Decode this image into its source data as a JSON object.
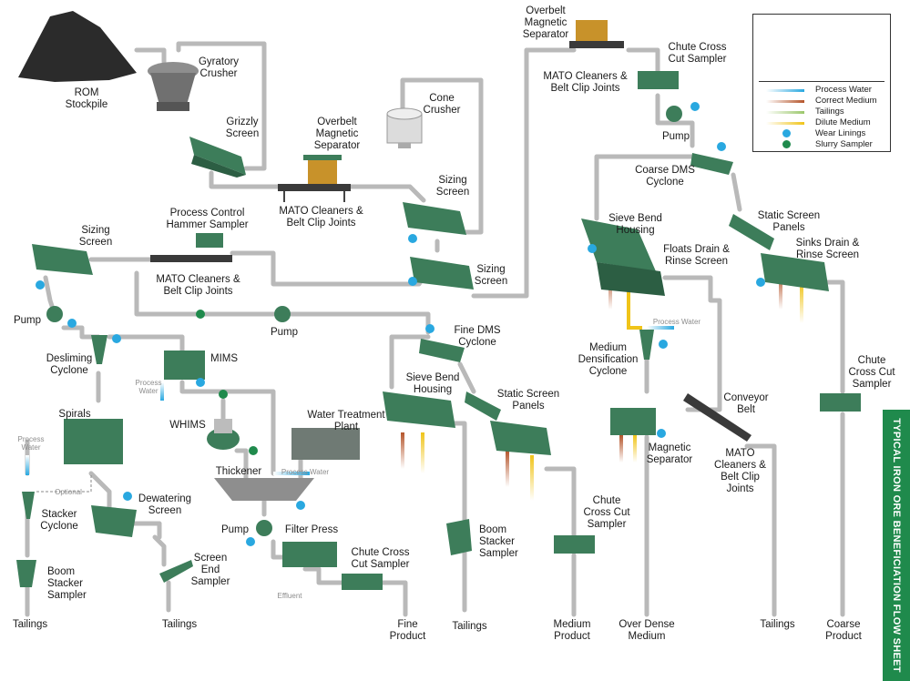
{
  "title": "TYPICAL IRON ORE BENEFICIATION FLOW SHEET",
  "legend": {
    "process_water": "Process Water",
    "correct_medium": "Correct Medium",
    "tailings": "Tailings",
    "dilute_medium": "Dilute Medium",
    "wear_linings": "Wear Linings",
    "slurry_sampler": "Slurry Sampler"
  },
  "colors": {
    "pipe": "#b9b9b9",
    "equipment": "#3d7d5a",
    "process_water": "#29a8e0",
    "correct_medium": "#b5552b",
    "tailings": "#9bc76b",
    "dilute_medium": "#f0c419",
    "wear_linings": "#29a8e0",
    "slurry_sampler": "#1f8a4c",
    "banner": "#1f8a4c"
  },
  "labels": {
    "rom_stockpile": "ROM\nStockpile",
    "gyratory_crusher": "Gyratory\nCrusher",
    "grizzly_screen": "Grizzly\nScreen",
    "overbelt_mag_1": "Overbelt\nMagnetic\nSeparator",
    "mato_1": "MATO Cleaners &\nBelt Clip Joints",
    "cone_crusher": "Cone\nCrusher",
    "sizing_screen_1": "Sizing\nScreen",
    "sizing_screen_2": "Sizing\nScreen",
    "sizing_screen_3": "Sizing\nScreen",
    "process_control_sampler": "Process Control\nHammer Sampler",
    "mato_2": "MATO Cleaners &\nBelt Clip Joints",
    "pump_1": "Pump",
    "pump_2": "Pump",
    "desliming_cyclone": "Desliming\nCyclone",
    "mims": "MIMS",
    "process_water_1": "Process\nWater",
    "whims": "WHIMS",
    "spirals": "Spirals",
    "process_water_2": "Process\nWater",
    "optional": "Optional",
    "stacker_cyclone": "Stacker\nCyclone",
    "dewatering_screen": "Dewatering\nScreen",
    "boom_stacker_1": "Boom\nStacker\nSampler",
    "screen_end_sampler": "Screen\nEnd\nSampler",
    "tailings_1": "Tailings",
    "tailings_2": "Tailings",
    "thickener": "Thickener",
    "water_treatment": "Water Treatment\nPlant",
    "process_water_3": "Process Water",
    "pump_3": "Pump",
    "filter_press": "Filter Press",
    "effluent": "Effluent",
    "chute_cross_1": "Chute Cross\nCut Sampler",
    "fine_product": "Fine\nProduct",
    "fine_dms": "Fine DMS\nCyclone",
    "sieve_bend_1": "Sieve Bend\nHousing",
    "static_panels_1": "Static Screen\nPanels",
    "boom_stacker_2": "Boom\nStacker\nSampler",
    "tailings_3": "Tailings",
    "chute_cross_2": "Chute\nCross Cut\nSampler",
    "medium_product": "Medium\nProduct",
    "overbelt_mag_2": "Overbelt\nMagnetic\nSeparator",
    "mato_3": "MATO Cleaners &\nBelt Clip Joints",
    "chute_cross_3": "Chute Cross\nCut Sampler",
    "pump_4": "Pump",
    "coarse_dms": "Coarse DMS\nCyclone",
    "sieve_bend_2": "Sieve Bend\nHousing",
    "floats_drain": "Floats Drain &\nRinse Screen",
    "static_panels_2": "Static Screen\nPanels",
    "sinks_drain": "Sinks Drain &\nRinse Screen",
    "process_water_4": "Process Water",
    "medium_densification": "Medium\nDensification\nCyclone",
    "magnetic_separator": "Magnetic\nSeparator",
    "over_dense_medium": "Over Dense\nMedium",
    "conveyor_belt": "Conveyor\nBelt",
    "mato_4": "MATO\nCleaners &\nBelt Clip\nJoints",
    "tailings_4": "Tailings",
    "chute_cross_4": "Chute\nCross Cut\nSampler",
    "coarse_product": "Coarse\nProduct"
  }
}
